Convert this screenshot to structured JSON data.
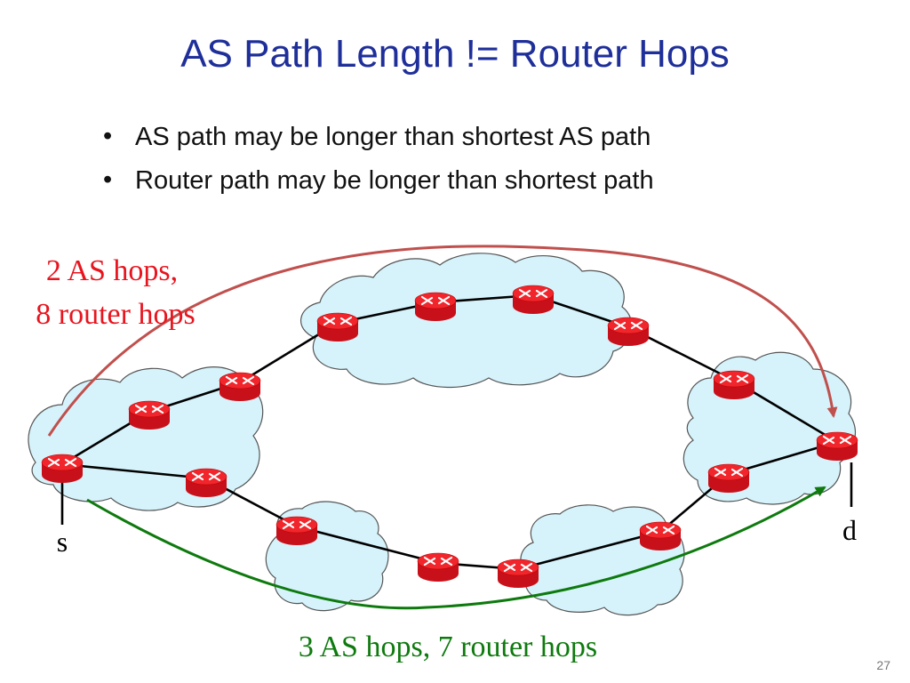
{
  "slide": {
    "title": "AS Path Length != Router Hops",
    "bullets": [
      "AS path may be longer than shortest AS path",
      "Router path may be longer than shortest path"
    ],
    "page_number": "27"
  },
  "diagram": {
    "top_path_label_line1": "2 AS hops,",
    "top_path_label_line2": "8 router hops",
    "bottom_path_label": "3 AS hops, 7 router hops",
    "source_label": "s",
    "dest_label": "d",
    "colors": {
      "cloud_fill": "#d6f3fb",
      "cloud_stroke": "#555555",
      "router": "#e8141e",
      "top_path": "#c0504d",
      "bottom_path": "#0e7a0e",
      "link": "#000000"
    }
  }
}
